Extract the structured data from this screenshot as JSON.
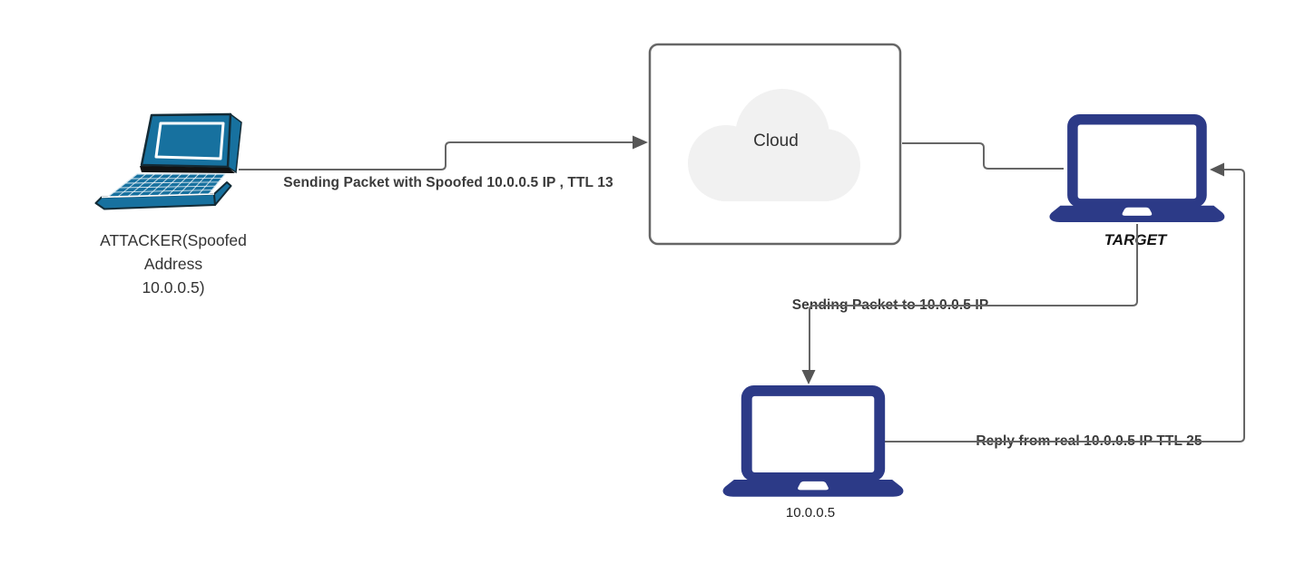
{
  "nodes": {
    "attacker": {
      "line1": "ATTACKER(Spoofed",
      "line2": "Address",
      "line3": "10.0.0.5)"
    },
    "cloud": {
      "label": "Cloud"
    },
    "target": {
      "label": "TARGET"
    },
    "real_host": {
      "label": "10.0.0.5"
    }
  },
  "edges": {
    "attacker_to_cloud": {
      "label": "Sending Packet with Spoofed 10.0.0.5 IP , TTL 13"
    },
    "target_to_real_host": {
      "label": "Sending Packet to 10.0.0.5 IP"
    },
    "real_host_to_target": {
      "label": "Reply from real 10.0.0.5 IP TTL 25"
    }
  },
  "colors": {
    "attacker_laptop": "#17719F",
    "front_laptop": "#2C3A87",
    "connector": "#666666",
    "arrowhead": "#565656",
    "cloud_shape": "#F1F1F1",
    "box_border": "#666666",
    "label_text": "#3B3B3B"
  }
}
